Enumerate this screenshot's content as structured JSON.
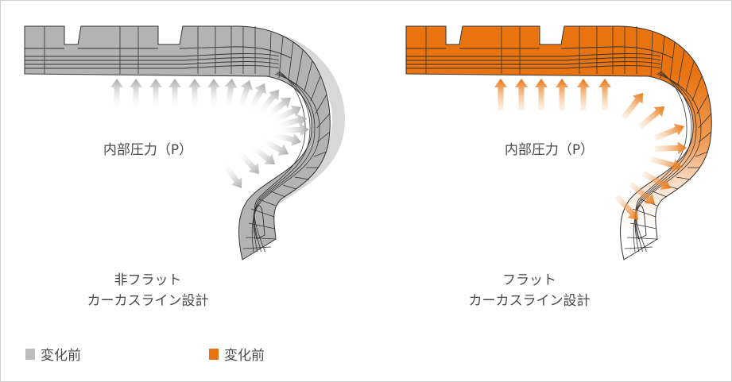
{
  "left_panel": {
    "pressure_label": "内部圧力（P）",
    "title_line1": "非フラット",
    "title_line2": "カーカスライン設計",
    "color": "#b3b3b3"
  },
  "right_panel": {
    "pressure_label": "内部圧力（P）",
    "title_line1": "フラット",
    "title_line2": "カーカスライン設計",
    "color": "#e8730f"
  },
  "legend": [
    {
      "label": "変化前",
      "color": "#bdbdbd"
    },
    {
      "label": "変化前",
      "color": "#e8730f"
    }
  ]
}
